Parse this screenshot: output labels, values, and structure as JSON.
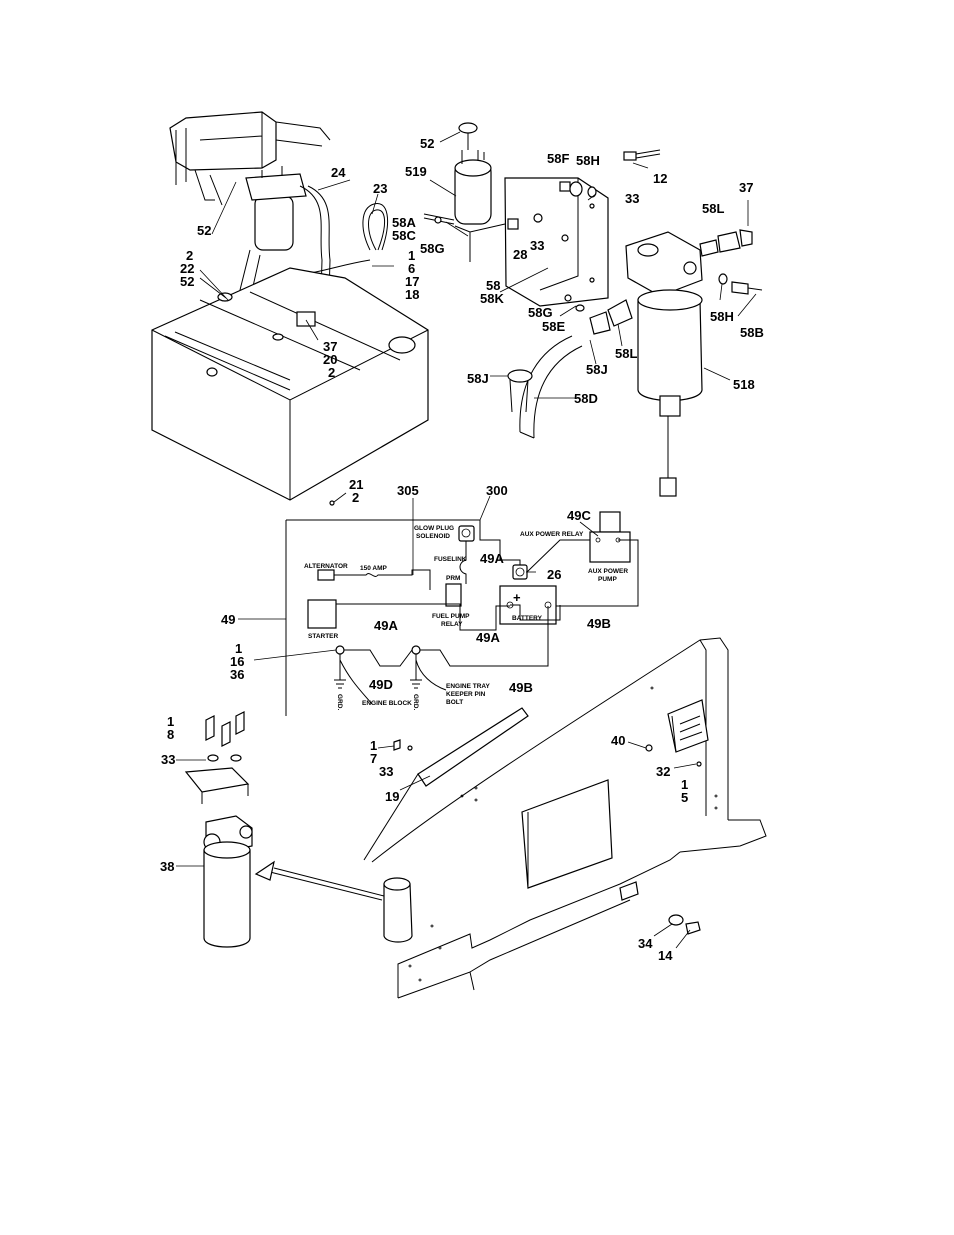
{
  "callouts": {
    "c52a": "52",
    "c519": "519",
    "c58f": "58F",
    "c58h": "58H",
    "c12": "12",
    "c37a": "37",
    "c33a": "33",
    "c24": "24",
    "c23": "23",
    "c58a": "58A",
    "c58c": "58C",
    "c58l_a": "58L",
    "c58g_a": "58G",
    "c33b": "33",
    "c28": "28",
    "c52b": "52",
    "c2a": "2",
    "c22": "22",
    "c52c": "52",
    "c1a": "1",
    "c6": "6",
    "c17": "17",
    "c18": "18",
    "c58": "58",
    "c58k": "58K",
    "c58g_b": "58G",
    "c58e": "58E",
    "c58h_b": "58H",
    "c58b": "58B",
    "c37b": "37",
    "c20": "20",
    "c2b": "2",
    "c58l_b": "58L",
    "c58j_a": "58J",
    "c518": "518",
    "c58j_b": "58J",
    "c58d": "58D",
    "c21": "21",
    "c2c": "2",
    "c305": "305",
    "c300": "300",
    "c49c": "49C",
    "c49a_a": "49A",
    "c26": "26",
    "c49": "49",
    "c49a_b": "49A",
    "c49a_c": "49A",
    "c49b_a": "49B",
    "c1b": "1",
    "c16": "16",
    "c36": "36",
    "c49d": "49D",
    "c49b_b": "49B",
    "c1c": "1",
    "c8": "8",
    "c33c": "33",
    "c1d": "1",
    "c7": "7",
    "c33d": "33",
    "c19": "19",
    "c40": "40",
    "c32": "32",
    "c1e": "1",
    "c5": "5",
    "c38": "38",
    "c34": "34",
    "c14": "14"
  },
  "schematic": {
    "glow_plug_solenoid": [
      "GLOW PLUG",
      "SOLENOID"
    ],
    "fuselink": "FUSELINK",
    "aux_power_relay": "AUX POWER RELAY",
    "alternator": "ALTERNATOR",
    "amp_150": "150 AMP",
    "prm": "PRM",
    "fuel_pump_relay": [
      "FUEL PUMP",
      "RELAY"
    ],
    "starter": "STARTER",
    "battery": "BATTERY",
    "battery_plus": "+",
    "aux_power_pump": [
      "AUX POWER",
      "PUMP"
    ],
    "engine_block": "ENGINE BLOCK",
    "engine_tray": [
      "ENGINE TRAY",
      "KEEPER PIN",
      "BOLT"
    ],
    "grd": "GRD."
  }
}
